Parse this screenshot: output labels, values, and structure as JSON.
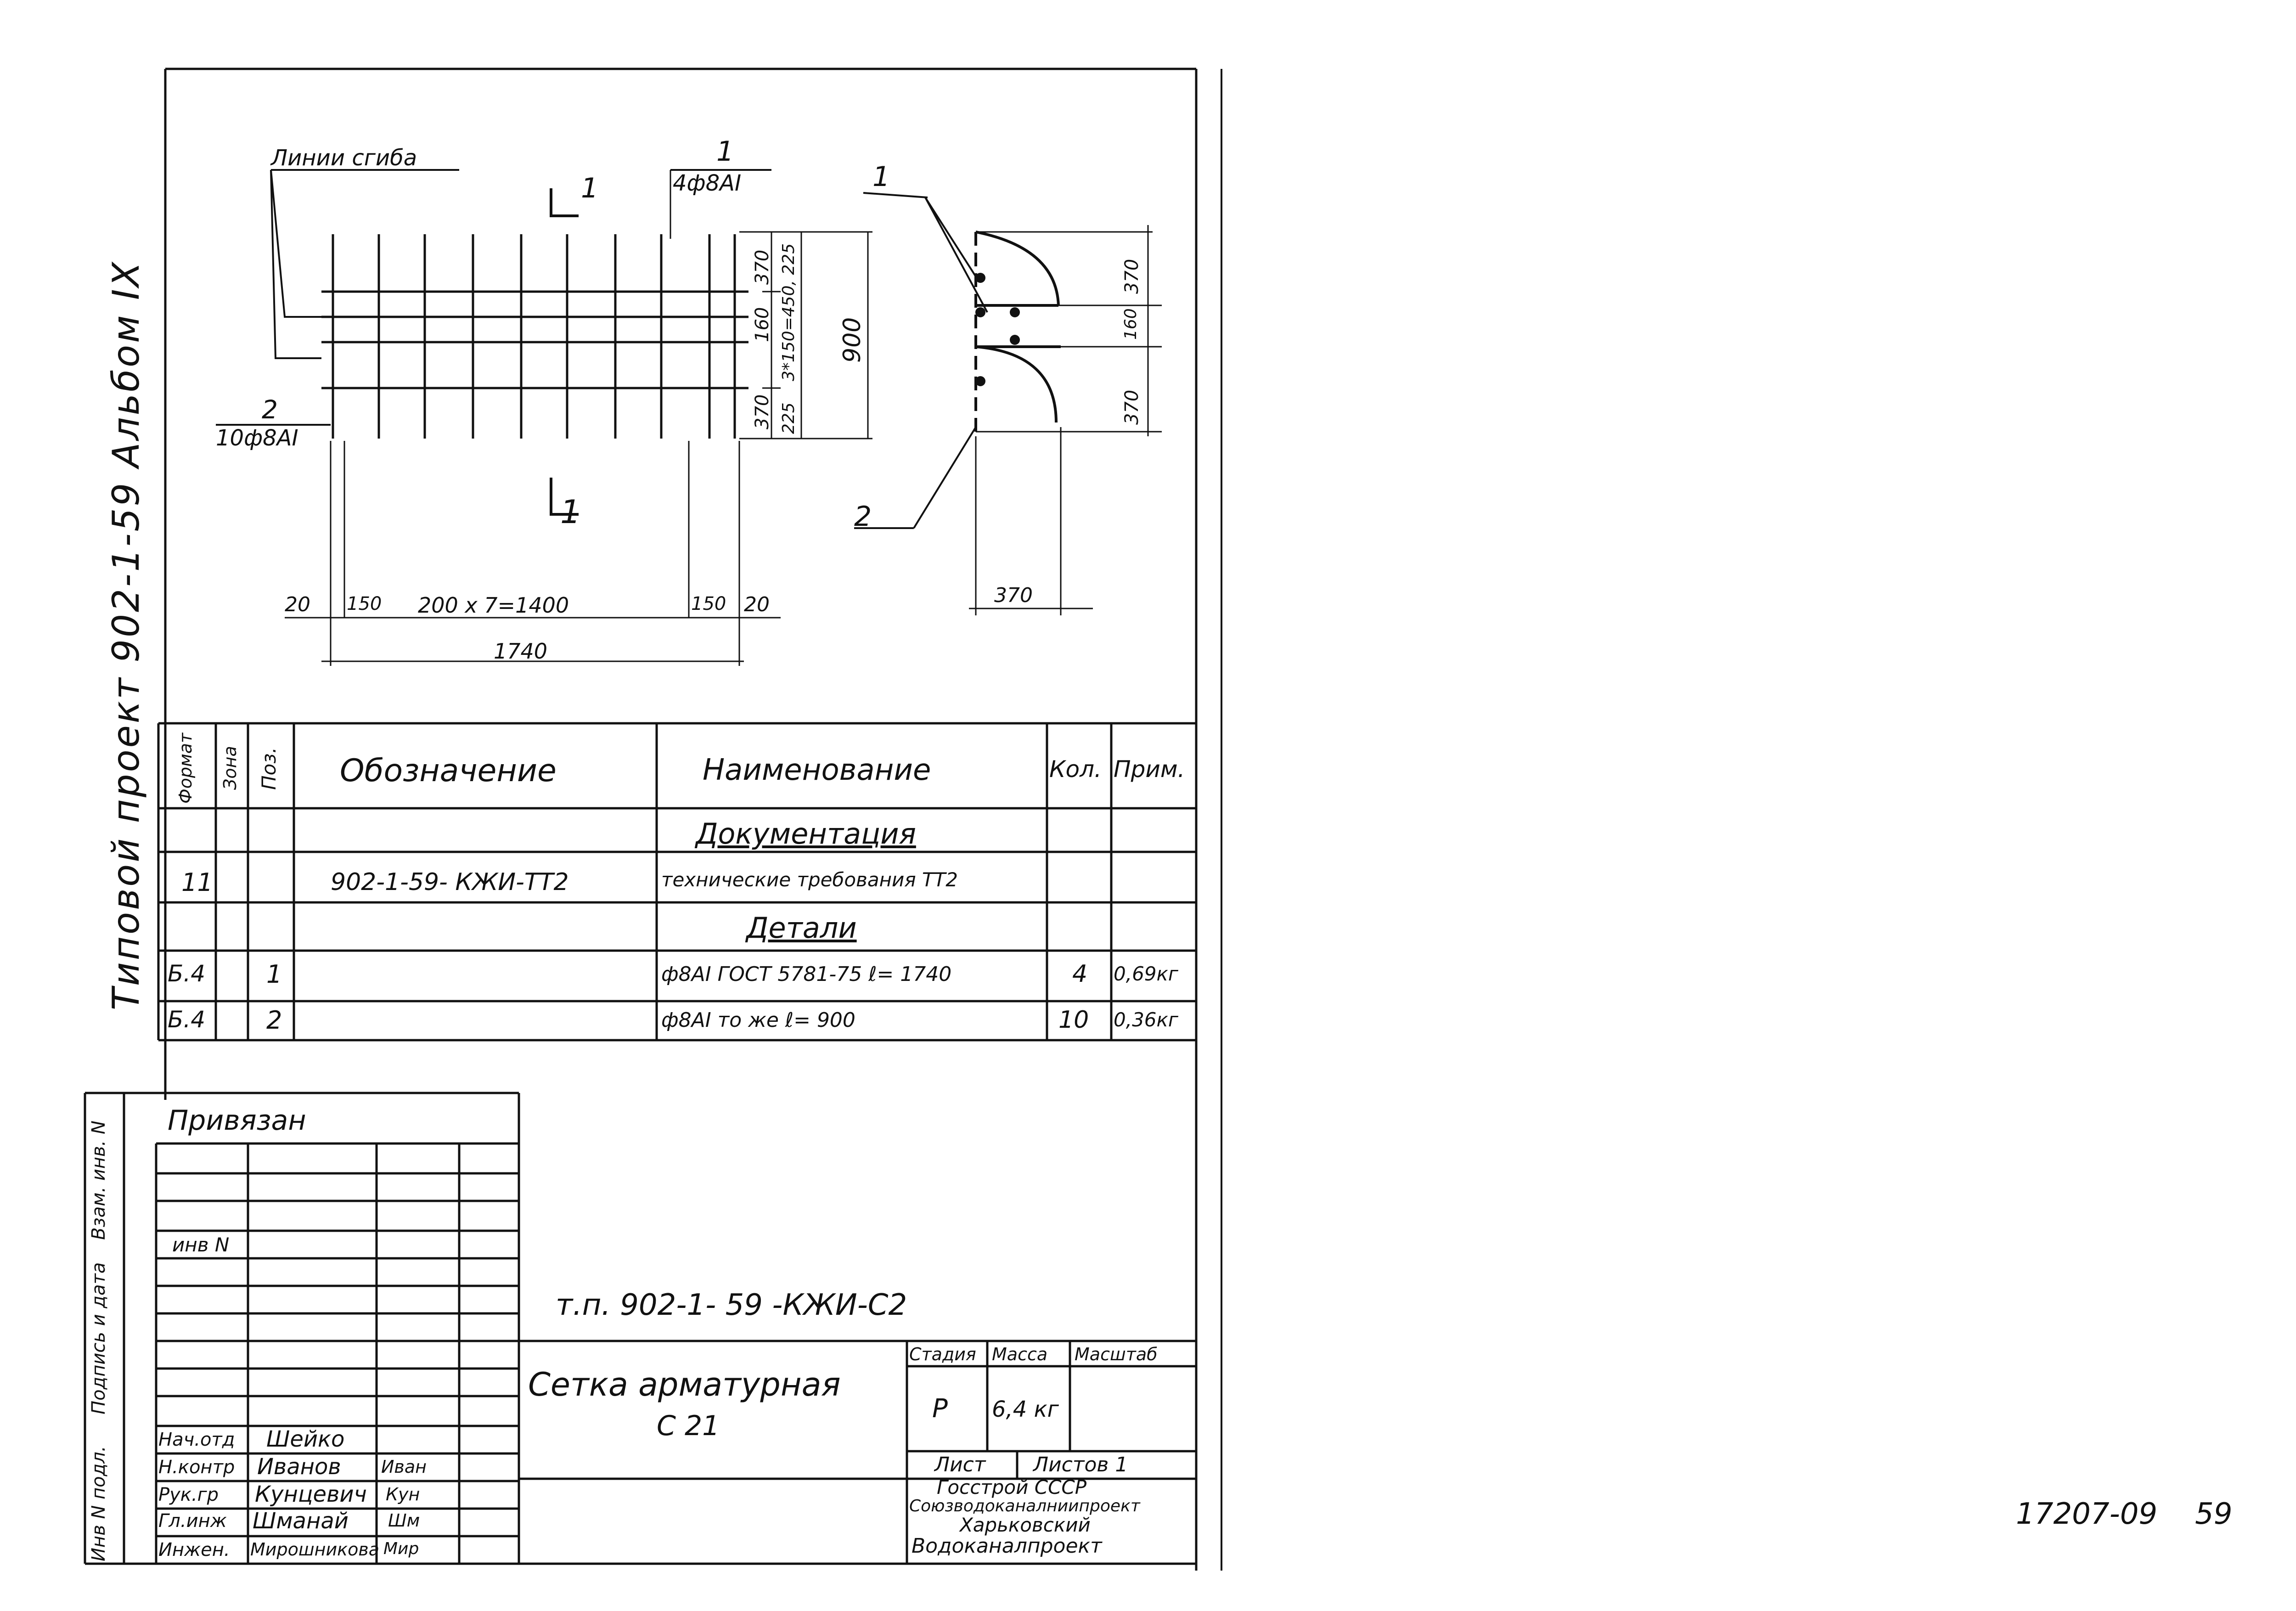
{
  "album": {
    "margin_title": "Типовой проект 902-1-59 Альбом IX"
  },
  "drawing": {
    "bend_lines_label": "Линии сгиба",
    "section_mark": "1",
    "pos1_number": "1",
    "pos1_spec": "4ф8АI",
    "pos2_number": "2",
    "pos2_spec": "10ф8АI",
    "dims_mesh": {
      "left_edge": "20",
      "left_step": "150",
      "middle": "200 x 7=1400",
      "right_step": "150",
      "right_edge": "20",
      "total": "1740"
    },
    "dims_height": {
      "top": "370",
      "mid": "160",
      "bottom": "370",
      "inner_top": "3*150=450, 225",
      "inner_bottom": "225",
      "total": "900"
    },
    "section_view": {
      "pos1": "1",
      "pos2": "2",
      "dim_top": "370",
      "dim_mid": "160",
      "dim_bottom": "370",
      "dim_width": "370"
    }
  },
  "spec_table": {
    "headers": {
      "format": "Формат",
      "zone": "Зона",
      "pos": "Поз.",
      "designation": "Обозначение",
      "name": "Наименование",
      "qty": "Кол.",
      "note": "Прим."
    },
    "section_docs": "Документация",
    "section_details": "Детали",
    "rows": [
      {
        "format": "11",
        "zone": "",
        "pos": "",
        "designation": "902-1-59- КЖИ-ТТ2",
        "name": "технические требования ТТ2",
        "qty": "",
        "note": ""
      },
      {
        "format": "Б.4",
        "zone": "",
        "pos": "1",
        "designation": "",
        "name": "ф8АI ГОСТ 5781-75 ℓ= 1740",
        "qty": "4",
        "note": "0,69кг"
      },
      {
        "format": "Б.4",
        "zone": "",
        "pos": "2",
        "designation": "",
        "name": "ф8АI то же   ℓ= 900",
        "qty": "10",
        "note": "0,36кг"
      }
    ]
  },
  "left_block": {
    "tied_label": "Привязан",
    "inv_label": "инв N",
    "side_labels": [
      "Инв N подл.",
      "Подпись и дата",
      "Взам. инв. N"
    ],
    "staff": [
      {
        "role": "Нач.отд",
        "name": "Шейко",
        "sign": ""
      },
      {
        "role": "Н.контр",
        "name": "Иванов",
        "sign": "Иван"
      },
      {
        "role": "Рук.гр",
        "name": "Кунцевич",
        "sign": "Кун"
      },
      {
        "role": "Гл.инж",
        "name": "Шманай",
        "sign": "Шм"
      },
      {
        "role": "Инжен.",
        "name": "Мирошникова",
        "sign": "Мир"
      }
    ]
  },
  "title_block": {
    "code": "т.п. 902-1-  59     -КЖИ-С2",
    "title_line1": "Сетка арматурная",
    "title_line2": "С 21",
    "stage_label": "Стадия",
    "mass_label": "Масса",
    "scale_label": "Масштаб",
    "stage_value": "Р",
    "mass_value": "6,4 кг",
    "sheet_label": "Лист",
    "sheets_label": "Листов 1",
    "org_line1": "Госстрой СССР",
    "org_line2": "Союзводоканалниипроект",
    "org_line3": "Харьковский",
    "org_line4": "Водоканалпроект"
  },
  "footer": {
    "number": "17207-09",
    "page": "59"
  }
}
